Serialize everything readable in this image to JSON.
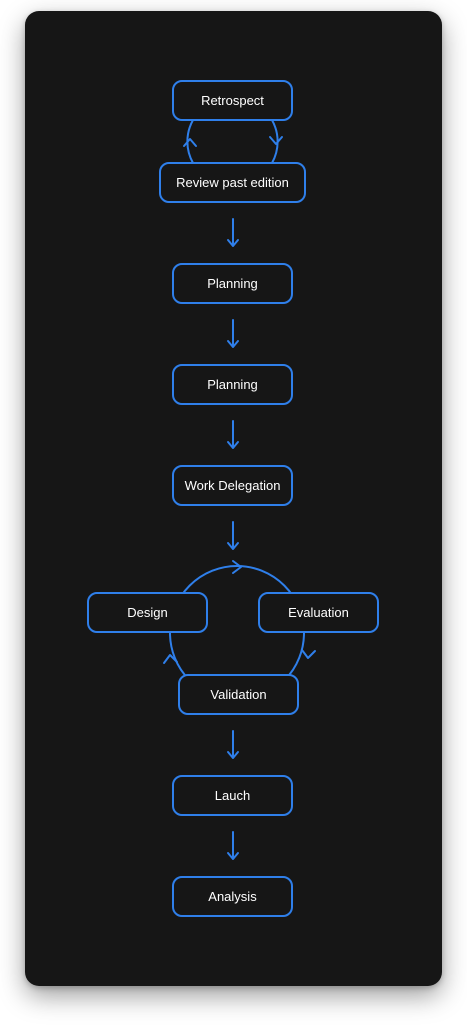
{
  "accent_color": "#2f7fea",
  "background_color": "#161616",
  "nodes": {
    "retrospect": "Retrospect",
    "review_past_edition": "Review past edition",
    "planning_1": "Planning",
    "planning_2": "Planning",
    "work_delegation": "Work Delegation",
    "design": "Design",
    "evaluation": "Evaluation",
    "validation": "Validation",
    "launch": "Lauch",
    "analysis": "Analysis"
  }
}
